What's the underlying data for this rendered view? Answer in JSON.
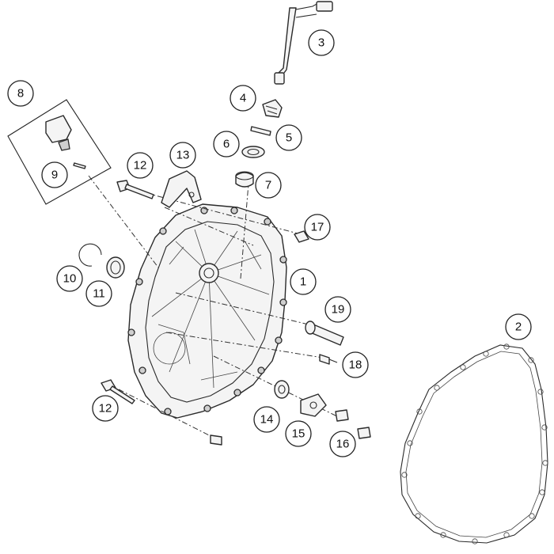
{
  "callouts": [
    {
      "id": "c1",
      "label": "1"
    },
    {
      "id": "c2",
      "label": "2"
    },
    {
      "id": "c3",
      "label": "3"
    },
    {
      "id": "c4",
      "label": "4"
    },
    {
      "id": "c5",
      "label": "5"
    },
    {
      "id": "c6",
      "label": "6"
    },
    {
      "id": "c7",
      "label": "7"
    },
    {
      "id": "c8",
      "label": "8"
    },
    {
      "id": "c9",
      "label": "9"
    },
    {
      "id": "c10",
      "label": "10"
    },
    {
      "id": "c11",
      "label": "11"
    },
    {
      "id": "c12a",
      "label": "12"
    },
    {
      "id": "c12b",
      "label": "12"
    },
    {
      "id": "c13",
      "label": "13"
    },
    {
      "id": "c14",
      "label": "14"
    },
    {
      "id": "c15",
      "label": "15"
    },
    {
      "id": "c16",
      "label": "16"
    },
    {
      "id": "c17",
      "label": "17"
    },
    {
      "id": "c18",
      "label": "18"
    },
    {
      "id": "c19",
      "label": "19"
    }
  ]
}
